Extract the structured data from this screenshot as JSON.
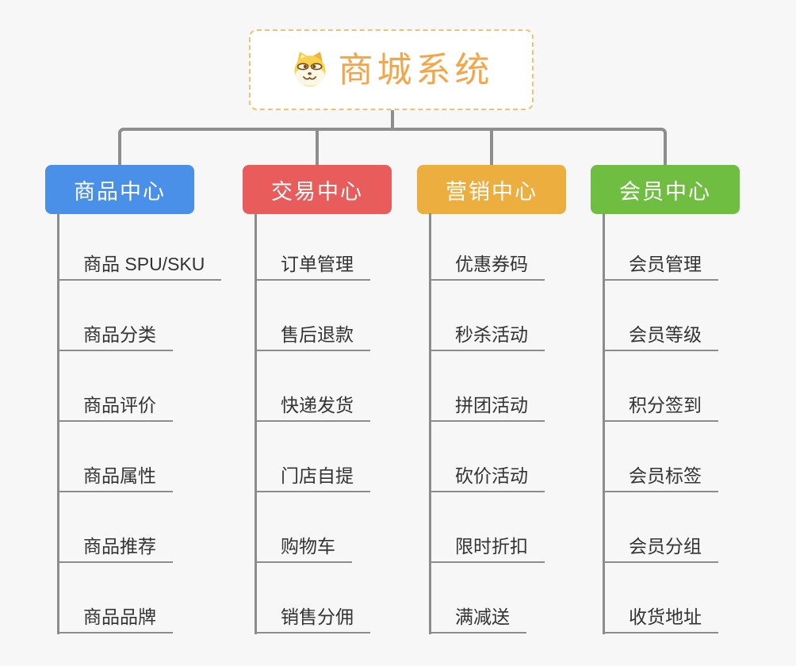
{
  "diagram": {
    "type": "mindmap-tree",
    "background_color": "#f7f7f7",
    "connector_color": "#8e8e8e",
    "leaf_line_color": "#8c8c8c",
    "root": {
      "label": "商城系统",
      "icon": "doge-icon",
      "text_color": "#f2a64c",
      "border_color": "#edc273",
      "background": "#ffffff"
    },
    "branches": [
      {
        "label": "商品中心",
        "color": "#4a90e8",
        "children": [
          "商品 SPU/SKU",
          "商品分类",
          "商品评价",
          "商品属性",
          "商品推荐",
          "商品品牌"
        ]
      },
      {
        "label": "交易中心",
        "color": "#e85c5c",
        "children": [
          "订单管理",
          "售后退款",
          "快递发货",
          "门店自提",
          "购物车",
          "销售分佣"
        ]
      },
      {
        "label": "营销中心",
        "color": "#ecae3e",
        "children": [
          "优惠券码",
          "秒杀活动",
          "拼团活动",
          "砍价活动",
          "限时折扣",
          "满减送"
        ]
      },
      {
        "label": "会员中心",
        "color": "#6fbe41",
        "children": [
          "会员管理",
          "会员等级",
          "积分签到",
          "会员标签",
          "会员分组",
          "收货地址"
        ]
      }
    ]
  }
}
